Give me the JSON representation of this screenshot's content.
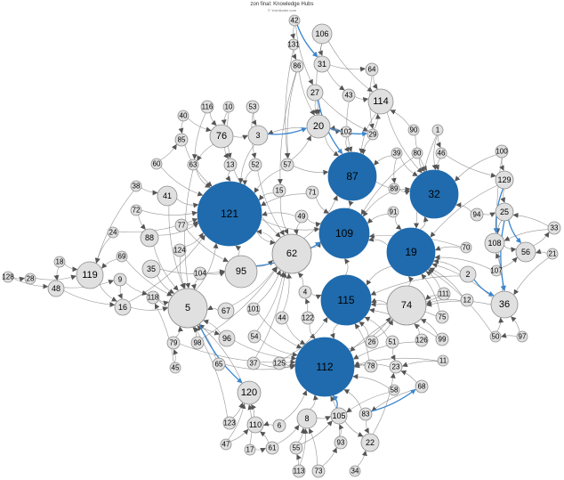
{
  "header": {
    "title": "zon final: Knowledge Hubs",
    "credit": "© Yoshikoder.com"
  },
  "colors": {
    "hub": "#1F6BAD",
    "node": "#E0E0E0",
    "node_stroke": "#8C8C8C",
    "edge": "#7A7A7A",
    "highlight_edge": "#3A86D0"
  },
  "nodes": [
    {
      "id": "42",
      "kind": "plain"
    },
    {
      "id": "106",
      "kind": "plain"
    },
    {
      "id": "131",
      "kind": "plain"
    },
    {
      "id": "31",
      "kind": "plain"
    },
    {
      "id": "64",
      "kind": "plain"
    },
    {
      "id": "86",
      "kind": "plain"
    },
    {
      "id": "43",
      "kind": "plain"
    },
    {
      "id": "27",
      "kind": "plain"
    },
    {
      "id": "114",
      "kind": "plain"
    },
    {
      "id": "116",
      "kind": "plain"
    },
    {
      "id": "10",
      "kind": "plain"
    },
    {
      "id": "53",
      "kind": "plain"
    },
    {
      "id": "40",
      "kind": "plain"
    },
    {
      "id": "20",
      "kind": "plain"
    },
    {
      "id": "76",
      "kind": "plain"
    },
    {
      "id": "3",
      "kind": "plain"
    },
    {
      "id": "102",
      "kind": "plain"
    },
    {
      "id": "29",
      "kind": "plain"
    },
    {
      "id": "90",
      "kind": "plain"
    },
    {
      "id": "1",
      "kind": "plain"
    },
    {
      "id": "85",
      "kind": "plain"
    },
    {
      "id": "39",
      "kind": "plain"
    },
    {
      "id": "80",
      "kind": "plain"
    },
    {
      "id": "46",
      "kind": "plain"
    },
    {
      "id": "100",
      "kind": "plain"
    },
    {
      "id": "60",
      "kind": "plain"
    },
    {
      "id": "63",
      "kind": "plain"
    },
    {
      "id": "13",
      "kind": "plain"
    },
    {
      "id": "52",
      "kind": "plain"
    },
    {
      "id": "57",
      "kind": "plain"
    },
    {
      "id": "87",
      "kind": "hub"
    },
    {
      "id": "32",
      "kind": "hub"
    },
    {
      "id": "129",
      "kind": "plain"
    },
    {
      "id": "38",
      "kind": "plain"
    },
    {
      "id": "41",
      "kind": "plain"
    },
    {
      "id": "15",
      "kind": "plain"
    },
    {
      "id": "71",
      "kind": "plain"
    },
    {
      "id": "89",
      "kind": "plain"
    },
    {
      "id": "121",
      "kind": "hub"
    },
    {
      "id": "72",
      "kind": "plain"
    },
    {
      "id": "91",
      "kind": "plain"
    },
    {
      "id": "94",
      "kind": "plain"
    },
    {
      "id": "25",
      "kind": "plain"
    },
    {
      "id": "77",
      "kind": "plain"
    },
    {
      "id": "49",
      "kind": "plain"
    },
    {
      "id": "109",
      "kind": "hub"
    },
    {
      "id": "33",
      "kind": "plain"
    },
    {
      "id": "24",
      "kind": "plain"
    },
    {
      "id": "88",
      "kind": "plain"
    },
    {
      "id": "108",
      "kind": "plain"
    },
    {
      "id": "19",
      "kind": "hub"
    },
    {
      "id": "70",
      "kind": "plain"
    },
    {
      "id": "124",
      "kind": "plain"
    },
    {
      "id": "62",
      "kind": "plain"
    },
    {
      "id": "56",
      "kind": "plain"
    },
    {
      "id": "21",
      "kind": "plain"
    },
    {
      "id": "69",
      "kind": "plain"
    },
    {
      "id": "18",
      "kind": "plain"
    },
    {
      "id": "35",
      "kind": "plain"
    },
    {
      "id": "104",
      "kind": "plain"
    },
    {
      "id": "95",
      "kind": "plain"
    },
    {
      "id": "2",
      "kind": "plain"
    },
    {
      "id": "107",
      "kind": "plain"
    },
    {
      "id": "128",
      "kind": "plain"
    },
    {
      "id": "28",
      "kind": "plain"
    },
    {
      "id": "119",
      "kind": "plain"
    },
    {
      "id": "9",
      "kind": "plain"
    },
    {
      "id": "48",
      "kind": "plain"
    },
    {
      "id": "118",
      "kind": "plain"
    },
    {
      "id": "4",
      "kind": "plain"
    },
    {
      "id": "115",
      "kind": "hub"
    },
    {
      "id": "111",
      "kind": "plain"
    },
    {
      "id": "12",
      "kind": "plain"
    },
    {
      "id": "36",
      "kind": "plain"
    },
    {
      "id": "16",
      "kind": "plain"
    },
    {
      "id": "5",
      "kind": "plain"
    },
    {
      "id": "67",
      "kind": "plain"
    },
    {
      "id": "101",
      "kind": "plain"
    },
    {
      "id": "44",
      "kind": "plain"
    },
    {
      "id": "122",
      "kind": "plain"
    },
    {
      "id": "74",
      "kind": "plain"
    },
    {
      "id": "75",
      "kind": "plain"
    },
    {
      "id": "50",
      "kind": "plain"
    },
    {
      "id": "97",
      "kind": "plain"
    },
    {
      "id": "79",
      "kind": "plain"
    },
    {
      "id": "98",
      "kind": "plain"
    },
    {
      "id": "96",
      "kind": "plain"
    },
    {
      "id": "54",
      "kind": "plain"
    },
    {
      "id": "26",
      "kind": "plain"
    },
    {
      "id": "51",
      "kind": "plain"
    },
    {
      "id": "126",
      "kind": "plain"
    },
    {
      "id": "99",
      "kind": "plain"
    },
    {
      "id": "45",
      "kind": "plain"
    },
    {
      "id": "65",
      "kind": "plain"
    },
    {
      "id": "37",
      "kind": "plain"
    },
    {
      "id": "125",
      "kind": "plain"
    },
    {
      "id": "112",
      "kind": "hub"
    },
    {
      "id": "78",
      "kind": "plain"
    },
    {
      "id": "23",
      "kind": "plain"
    },
    {
      "id": "11",
      "kind": "plain"
    },
    {
      "id": "120",
      "kind": "plain"
    },
    {
      "id": "58",
      "kind": "plain"
    },
    {
      "id": "68",
      "kind": "plain"
    },
    {
      "id": "123",
      "kind": "plain"
    },
    {
      "id": "110",
      "kind": "plain"
    },
    {
      "id": "6",
      "kind": "plain"
    },
    {
      "id": "8",
      "kind": "plain"
    },
    {
      "id": "105",
      "kind": "plain"
    },
    {
      "id": "83",
      "kind": "plain"
    },
    {
      "id": "47",
      "kind": "plain"
    },
    {
      "id": "17",
      "kind": "plain"
    },
    {
      "id": "61",
      "kind": "plain"
    },
    {
      "id": "55",
      "kind": "plain"
    },
    {
      "id": "93",
      "kind": "plain"
    },
    {
      "id": "22",
      "kind": "plain"
    },
    {
      "id": "113",
      "kind": "plain"
    },
    {
      "id": "73",
      "kind": "plain"
    },
    {
      "id": "34",
      "kind": "plain"
    }
  ],
  "edges": [
    [
      "42",
      "131"
    ],
    [
      "42",
      "31"
    ],
    [
      "131",
      "86"
    ],
    [
      "106",
      "31"
    ],
    [
      "31",
      "64"
    ],
    [
      "31",
      "43"
    ],
    [
      "64",
      "114"
    ],
    [
      "43",
      "114"
    ],
    [
      "106",
      "114"
    ],
    [
      "86",
      "15"
    ],
    [
      "86",
      "57"
    ],
    [
      "27",
      "29"
    ],
    [
      "27",
      "20"
    ],
    [
      "20",
      "3"
    ],
    [
      "20",
      "102"
    ],
    [
      "116",
      "76"
    ],
    [
      "10",
      "76"
    ],
    [
      "53",
      "3"
    ],
    [
      "40",
      "76"
    ],
    [
      "76",
      "3"
    ],
    [
      "76",
      "13"
    ],
    [
      "76",
      "63"
    ],
    [
      "85",
      "121"
    ],
    [
      "60",
      "85"
    ],
    [
      "63",
      "121"
    ],
    [
      "13",
      "121"
    ],
    [
      "52",
      "121"
    ],
    [
      "57",
      "121"
    ],
    [
      "57",
      "20"
    ],
    [
      "102",
      "87"
    ],
    [
      "29",
      "87"
    ],
    [
      "114",
      "87"
    ],
    [
      "114",
      "32"
    ],
    [
      "90",
      "32"
    ],
    [
      "1",
      "32"
    ],
    [
      "1",
      "46"
    ],
    [
      "80",
      "32"
    ],
    [
      "46",
      "32"
    ],
    [
      "100",
      "129"
    ],
    [
      "100",
      "32"
    ],
    [
      "129",
      "25"
    ],
    [
      "39",
      "87"
    ],
    [
      "39",
      "89"
    ],
    [
      "89",
      "109"
    ],
    [
      "91",
      "109"
    ],
    [
      "71",
      "109"
    ],
    [
      "15",
      "121"
    ],
    [
      "49",
      "62"
    ],
    [
      "49",
      "109"
    ],
    [
      "41",
      "121"
    ],
    [
      "38",
      "41"
    ],
    [
      "72",
      "88"
    ],
    [
      "77",
      "121"
    ],
    [
      "88",
      "121"
    ],
    [
      "124",
      "121"
    ],
    [
      "24",
      "119"
    ],
    [
      "69",
      "119"
    ],
    [
      "18",
      "48"
    ],
    [
      "128",
      "28"
    ],
    [
      "28",
      "119"
    ],
    [
      "48",
      "9"
    ],
    [
      "9",
      "16"
    ],
    [
      "119",
      "16"
    ],
    [
      "16",
      "5"
    ],
    [
      "118",
      "5"
    ],
    [
      "35",
      "95"
    ],
    [
      "104",
      "95"
    ],
    [
      "95",
      "121"
    ],
    [
      "95",
      "109"
    ],
    [
      "62",
      "121"
    ],
    [
      "62",
      "109"
    ],
    [
      "62",
      "87"
    ],
    [
      "94",
      "25"
    ],
    [
      "25",
      "108"
    ],
    [
      "108",
      "56"
    ],
    [
      "56",
      "33"
    ],
    [
      "33",
      "25"
    ],
    [
      "21",
      "56"
    ],
    [
      "107",
      "56"
    ],
    [
      "70",
      "19"
    ],
    [
      "19",
      "32"
    ],
    [
      "19",
      "109"
    ],
    [
      "2",
      "19"
    ],
    [
      "2",
      "115"
    ],
    [
      "12",
      "74"
    ],
    [
      "111",
      "74"
    ],
    [
      "36",
      "19"
    ],
    [
      "36",
      "108"
    ],
    [
      "74",
      "19"
    ],
    [
      "74",
      "115"
    ],
    [
      "75",
      "115"
    ],
    [
      "50",
      "36"
    ],
    [
      "97",
      "36"
    ],
    [
      "126",
      "74"
    ],
    [
      "99",
      "74"
    ],
    [
      "26",
      "115"
    ],
    [
      "51",
      "115"
    ],
    [
      "4",
      "115"
    ],
    [
      "122",
      "112"
    ],
    [
      "44",
      "112"
    ],
    [
      "101",
      "62"
    ],
    [
      "67",
      "5"
    ],
    [
      "96",
      "5"
    ],
    [
      "98",
      "5"
    ],
    [
      "79",
      "5"
    ],
    [
      "54",
      "112"
    ],
    [
      "65",
      "5"
    ],
    [
      "45",
      "118"
    ],
    [
      "37",
      "112"
    ],
    [
      "125",
      "112"
    ],
    [
      "78",
      "112"
    ],
    [
      "23",
      "112"
    ],
    [
      "11",
      "23"
    ],
    [
      "68",
      "23"
    ],
    [
      "58",
      "105"
    ],
    [
      "120",
      "5"
    ],
    [
      "123",
      "120"
    ],
    [
      "110",
      "120"
    ],
    [
      "6",
      "110"
    ],
    [
      "8",
      "112"
    ],
    [
      "105",
      "112"
    ],
    [
      "83",
      "22"
    ],
    [
      "47",
      "110"
    ],
    [
      "17",
      "61"
    ],
    [
      "61",
      "110"
    ],
    [
      "55",
      "8"
    ],
    [
      "93",
      "105"
    ],
    [
      "22",
      "23"
    ],
    [
      "113",
      "55"
    ],
    [
      "73",
      "93"
    ],
    [
      "34",
      "22"
    ],
    [
      "115",
      "109"
    ],
    [
      "115",
      "112"
    ],
    [
      "109",
      "87"
    ],
    [
      "87",
      "32"
    ],
    [
      "121",
      "109"
    ],
    [
      "121",
      "62"
    ],
    [
      "19",
      "115"
    ],
    [
      "112",
      "74"
    ],
    [
      "5",
      "121"
    ],
    [
      "124",
      "5"
    ],
    [
      "16",
      "121"
    ],
    [
      "38",
      "119"
    ],
    [
      "88",
      "5"
    ],
    [
      "35",
      "5"
    ],
    [
      "96",
      "112"
    ],
    [
      "54",
      "62"
    ],
    [
      "122",
      "4"
    ],
    [
      "44",
      "62"
    ],
    [
      "111",
      "112"
    ],
    [
      "12",
      "19"
    ],
    [
      "75",
      "19"
    ],
    [
      "2",
      "36"
    ],
    [
      "107",
      "19"
    ],
    [
      "94",
      "32"
    ],
    [
      "70",
      "109"
    ],
    [
      "91",
      "19"
    ],
    [
      "89",
      "32"
    ],
    [
      "46",
      "129"
    ],
    [
      "80",
      "109"
    ],
    [
      "90",
      "114"
    ],
    [
      "3",
      "121"
    ],
    [
      "13",
      "62"
    ],
    [
      "52",
      "62"
    ],
    [
      "15",
      "62"
    ],
    [
      "71",
      "121"
    ],
    [
      "102",
      "20"
    ],
    [
      "29",
      "114"
    ],
    [
      "20",
      "87"
    ],
    [
      "63",
      "5"
    ],
    [
      "41",
      "5"
    ],
    [
      "77",
      "95"
    ],
    [
      "104",
      "5"
    ],
    [
      "67",
      "62"
    ],
    [
      "101",
      "112"
    ],
    [
      "65",
      "112"
    ],
    [
      "37",
      "62"
    ],
    [
      "125",
      "115"
    ],
    [
      "78",
      "115"
    ],
    [
      "26",
      "74"
    ],
    [
      "51",
      "23"
    ],
    [
      "126",
      "112"
    ],
    [
      "99",
      "115"
    ],
    [
      "58",
      "112"
    ],
    [
      "8",
      "105"
    ],
    [
      "105",
      "22"
    ],
    [
      "83",
      "112"
    ],
    [
      "68",
      "83"
    ],
    [
      "11",
      "112"
    ],
    [
      "6",
      "112"
    ],
    [
      "55",
      "105"
    ],
    [
      "113",
      "8"
    ],
    [
      "73",
      "8"
    ],
    [
      "93",
      "112"
    ],
    [
      "61",
      "8"
    ],
    [
      "123",
      "5"
    ],
    [
      "47",
      "120"
    ],
    [
      "17",
      "120"
    ],
    [
      "45",
      "79"
    ],
    [
      "98",
      "62"
    ],
    [
      "79",
      "112"
    ],
    [
      "118",
      "96"
    ],
    [
      "9",
      "118"
    ],
    [
      "48",
      "16"
    ],
    [
      "128",
      "48"
    ],
    [
      "18",
      "119"
    ],
    [
      "24",
      "121"
    ],
    [
      "72",
      "121"
    ],
    [
      "69",
      "5"
    ],
    [
      "60",
      "121"
    ],
    [
      "40",
      "85"
    ],
    [
      "116",
      "63"
    ],
    [
      "10",
      "13"
    ],
    [
      "53",
      "52"
    ],
    [
      "86",
      "20"
    ],
    [
      "131",
      "57"
    ],
    [
      "42",
      "27"
    ],
    [
      "64",
      "29"
    ],
    [
      "43",
      "87"
    ],
    [
      "106",
      "20"
    ],
    [
      "1",
      "19"
    ],
    [
      "100",
      "36"
    ],
    [
      "129",
      "19"
    ],
    [
      "33",
      "108"
    ],
    [
      "21",
      "36"
    ],
    [
      "97",
      "50"
    ],
    [
      "50",
      "19"
    ],
    [
      "36",
      "74"
    ],
    [
      "111",
      "19"
    ],
    [
      "4",
      "62"
    ],
    [
      "49",
      "121"
    ],
    [
      "39",
      "32"
    ],
    [
      "57",
      "87"
    ],
    [
      "95",
      "62"
    ]
  ],
  "highlight_edges": [
    [
      "3",
      "20"
    ],
    [
      "42",
      "31"
    ],
    [
      "27",
      "87"
    ],
    [
      "20",
      "29"
    ],
    [
      "129",
      "108"
    ],
    [
      "25",
      "56"
    ],
    [
      "25",
      "36"
    ],
    [
      "2",
      "36"
    ],
    [
      "105",
      "112"
    ],
    [
      "83",
      "68"
    ],
    [
      "95",
      "109"
    ],
    [
      "5",
      "120"
    ]
  ]
}
